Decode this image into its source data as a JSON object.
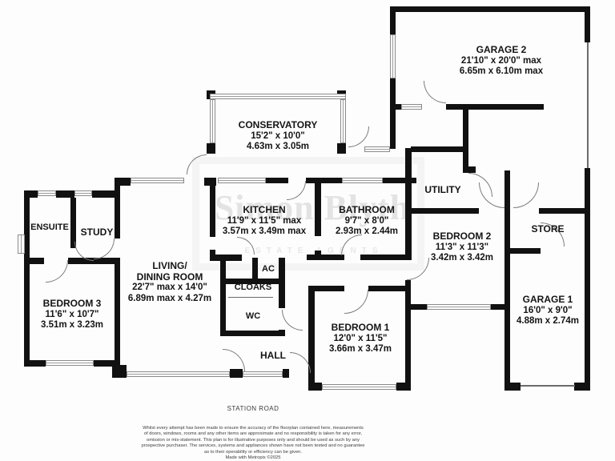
{
  "plan": {
    "road_label": "STATION ROAD",
    "watermark": {
      "name": "Simon Blyth",
      "tagline": "ESTATE AGENTS"
    },
    "rooms": {
      "garage2": {
        "name": "GARAGE 2",
        "imperial": "21'10\"  x 20'0\" max",
        "metric": "6.65m  x 6.10m max"
      },
      "conservatory": {
        "name": "CONSERVATORY",
        "imperial": "15'2\"  x 10'0\"",
        "metric": "4.63m  x 3.05m"
      },
      "kitchen": {
        "name": "KITCHEN",
        "imperial": "11'9\"  x 11'5\" max",
        "metric": "3.57m  x 3.49m max"
      },
      "bathroom": {
        "name": "BATHROOM",
        "imperial": "9'7\"  x 8'0\"",
        "metric": "2.93m  x 2.44m"
      },
      "utility": {
        "name": "UTILITY"
      },
      "bedroom2": {
        "name": "BEDROOM 2",
        "imperial": "11'3\"  x 11'3\"",
        "metric": "3.42m  x 3.42m"
      },
      "store": {
        "name": "STORE"
      },
      "garage1": {
        "name": "GARAGE 1",
        "imperial": "16'0\"  x 9'0\"",
        "metric": "4.88m  x 2.74m"
      },
      "ensuite": {
        "name": "ENSUITE"
      },
      "study": {
        "name": "STUDY"
      },
      "bedroom3": {
        "name": "BEDROOM 3",
        "imperial": "11'6\"  x 10'7\"",
        "metric": "3.51m  x 3.23m"
      },
      "living": {
        "name1": "LIVING/",
        "name2": "DINING ROOM",
        "imperial": "22'7\" max x 14'0\"",
        "metric": "6.89m max x 4.27m"
      },
      "ac": {
        "name": "AC"
      },
      "cloaks": {
        "name": "CLOAKS"
      },
      "wc": {
        "name": "WC"
      },
      "hall": {
        "name": "HALL"
      },
      "bedroom1": {
        "name": "BEDROOM 1",
        "imperial": "12'0\"  x 11'5\"",
        "metric": "3.66m  x 3.47m"
      }
    },
    "footer": {
      "disclaimer_lines": [
        "Whilst every attempt has been made to ensure the accuracy of the floorplan contained here, measurements",
        "of doors, windows, rooms and any other items are approximate and no responsibility is taken for any error,",
        "omission or mis-statement. This plan is for illustrative purposes only and should be used as such by any",
        "prospective purchaser. The services, systems and appliances shown have not been tested and no guarantee",
        "as to their operability or efficiency can be given.",
        "Made with Metropix ©2025"
      ]
    }
  }
}
